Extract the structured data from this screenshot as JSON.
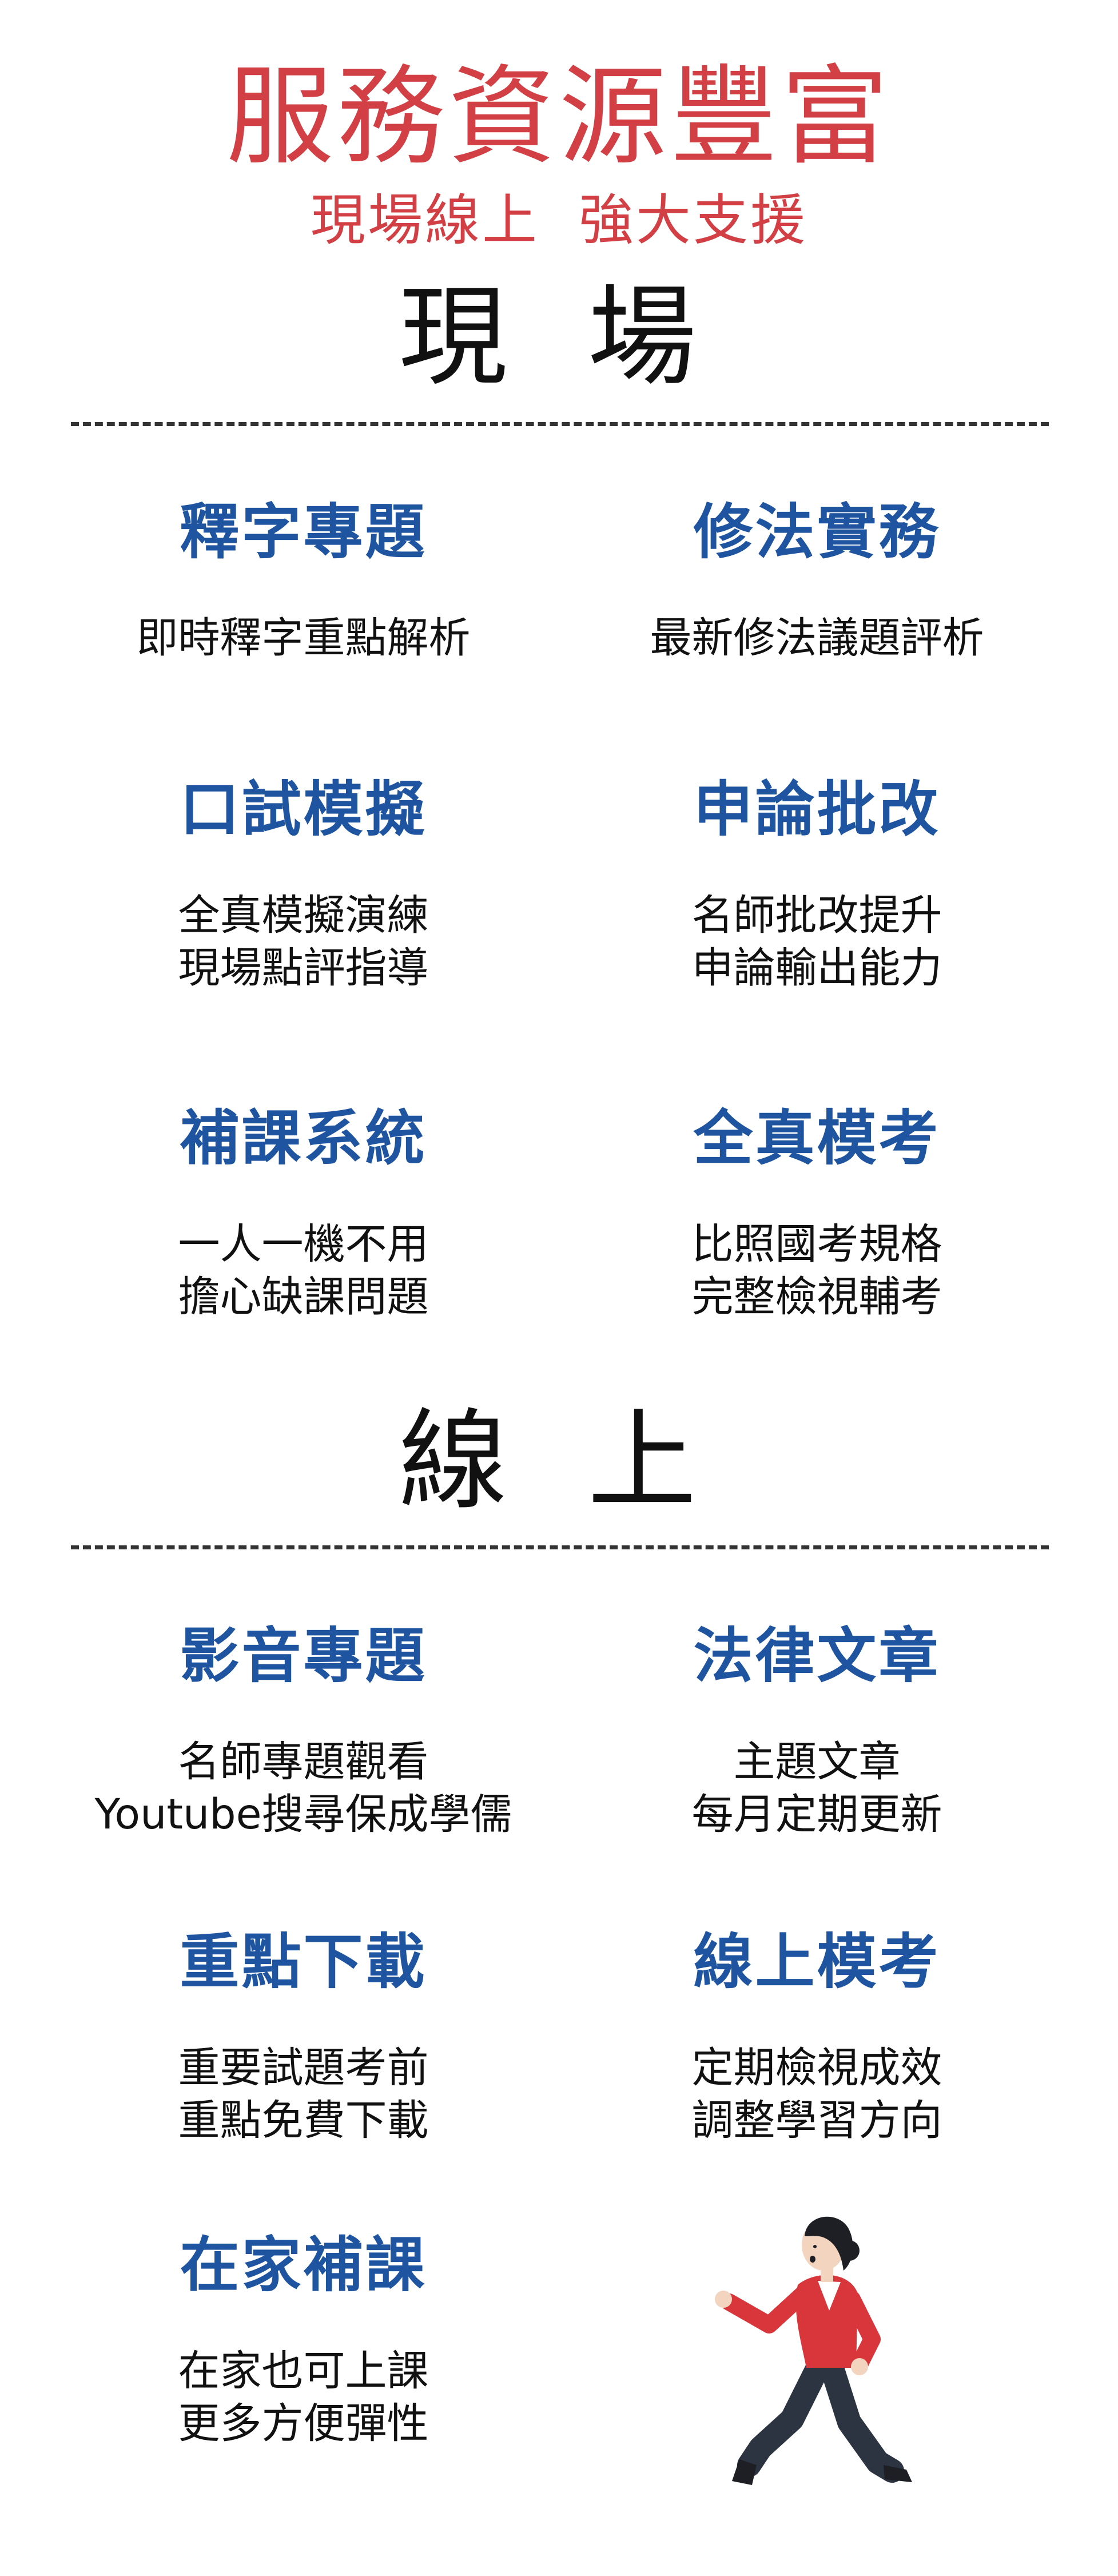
{
  "header": {
    "title": "服務資源豐富",
    "subtitle": "現場線上  強大支援"
  },
  "colors": {
    "title_red": "#d23f45",
    "item_blue": "#1f55a0",
    "text_dark": "#111111"
  },
  "onsite": {
    "heading": "現 場",
    "items": [
      {
        "title": "釋字專題",
        "lines": [
          "即時釋字重點解析"
        ]
      },
      {
        "title": "修法實務",
        "lines": [
          "最新修法議題評析"
        ]
      },
      {
        "title": "口試模擬",
        "lines": [
          "全真模擬演練",
          "現場點評指導"
        ]
      },
      {
        "title": "申論批改",
        "lines": [
          "名師批改提升",
          "申論輸出能力"
        ]
      },
      {
        "title": "補課系統",
        "lines": [
          "一人一機不用",
          "擔心缺課問題"
        ]
      },
      {
        "title": "全真模考",
        "lines": [
          "比照國考規格",
          "完整檢視輔考"
        ]
      }
    ]
  },
  "online": {
    "heading": "線 上",
    "items": [
      {
        "title": "影音專題",
        "lines": [
          "名師專題觀看",
          "Youtube搜尋保成學儒"
        ]
      },
      {
        "title": "法律文章",
        "lines": [
          "主題文章",
          "每月定期更新"
        ]
      },
      {
        "title": "重點下載",
        "lines": [
          "重要試題考前",
          "重點免費下載"
        ]
      },
      {
        "title": "線上模考",
        "lines": [
          "定期檢視成效",
          "調整學習方向"
        ]
      },
      {
        "title": "在家補課",
        "lines": [
          "在家也可上課",
          "更多方便彈性"
        ]
      }
    ]
  },
  "illustration": {
    "icon": "running-woman-icon"
  }
}
